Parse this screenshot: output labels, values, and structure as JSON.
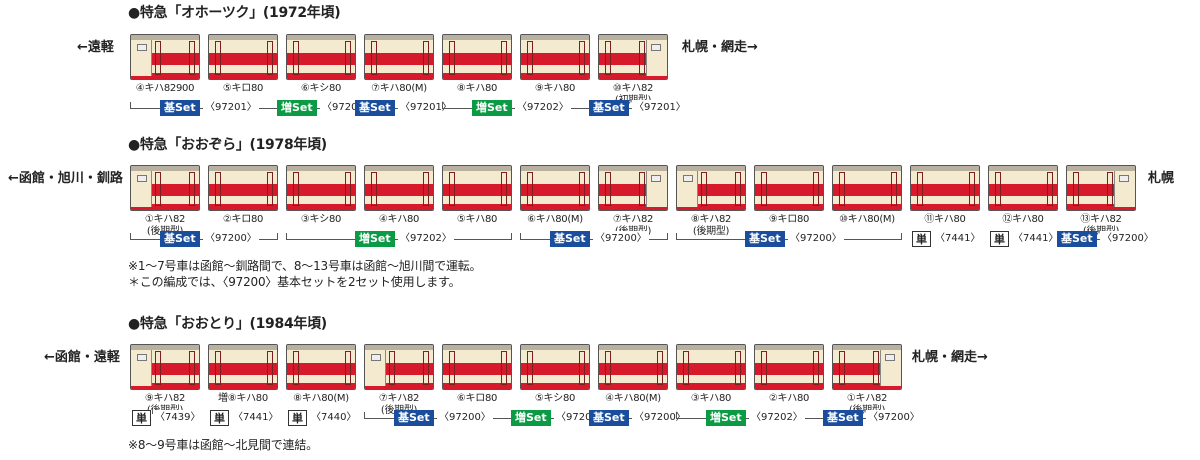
{
  "colors": {
    "cream": "#f4ead0",
    "red": "#d6192b",
    "basic_set": "#1a4d9c",
    "add_set": "#0b9b45"
  },
  "sections": [
    {
      "title": "●特急「オホーツク」(1972年頃)",
      "left_dir": "←遠軽",
      "right_dir": "札幌・網走→",
      "cars": [
        {
          "label": "④キハ82900",
          "cab": "left"
        },
        {
          "label": "⑤キロ80",
          "cab": ""
        },
        {
          "label": "⑥キシ80",
          "cab": ""
        },
        {
          "label": "⑦キハ80(M)",
          "cab": ""
        },
        {
          "label": "⑧キハ80",
          "cab": ""
        },
        {
          "label": "⑨キハ80",
          "cab": ""
        },
        {
          "label": "⑩キハ82\n(初期型)",
          "cab": "right"
        }
      ],
      "sets": [
        {
          "badge": "基Set",
          "type": "kihon",
          "code": "〈97201〉",
          "from": 0,
          "to": 1
        },
        {
          "badge": "増Set",
          "type": "zou",
          "code": "〈97202〉",
          "from": 2,
          "to": 2
        },
        {
          "badge": "基Set",
          "type": "kihon",
          "code": "〈97201〉",
          "from": 3,
          "to": 3
        },
        {
          "badge": "増Set",
          "type": "zou",
          "code": "〈97202〉",
          "from": 4,
          "to": 5
        },
        {
          "badge": "基Set",
          "type": "kihon",
          "code": "〈97201〉",
          "from": 6,
          "to": 6
        }
      ],
      "notes": []
    },
    {
      "title": "●特急「おおぞら」(1978年頃)",
      "left_dir": "←函館・旭川・釧路",
      "right_dir": "札幌",
      "cars": [
        {
          "label": "①キハ82\n(後期型)",
          "cab": "left"
        },
        {
          "label": "②キロ80",
          "cab": ""
        },
        {
          "label": "③キシ80",
          "cab": ""
        },
        {
          "label": "④キハ80",
          "cab": ""
        },
        {
          "label": "⑤キハ80",
          "cab": ""
        },
        {
          "label": "⑥キハ80(M)",
          "cab": ""
        },
        {
          "label": "⑦キハ82\n(後期型)",
          "cab": "right"
        },
        {
          "label": "⑧キハ82\n(後期型)",
          "cab": "left"
        },
        {
          "label": "⑨キロ80",
          "cab": ""
        },
        {
          "label": "⑩キハ80(M)",
          "cab": ""
        },
        {
          "label": "⑪キハ80",
          "cab": ""
        },
        {
          "label": "⑫キハ80",
          "cab": ""
        },
        {
          "label": "⑬キハ82\n(後期型)",
          "cab": "right"
        }
      ],
      "sets": [
        {
          "badge": "基Set",
          "type": "kihon",
          "code": "〈97200〉",
          "from": 0,
          "to": 1
        },
        {
          "badge": "増Set",
          "type": "zou",
          "code": "〈97202〉",
          "from": 2,
          "to": 4
        },
        {
          "badge": "基Set",
          "type": "kihon",
          "code": "〈97200〉",
          "from": 5,
          "to": 6
        },
        {
          "badge": "基Set",
          "type": "kihon",
          "code": "〈97200〉",
          "from": 7,
          "to": 9
        },
        {
          "badge": "単",
          "type": "tan",
          "code": "〈7441〉",
          "from": 10,
          "to": 10
        },
        {
          "badge": "単",
          "type": "tan",
          "code": "〈7441〉",
          "from": 11,
          "to": 11
        },
        {
          "badge": "基Set",
          "type": "kihon",
          "code": "〈97200〉",
          "from": 12,
          "to": 12
        }
      ],
      "notes": [
        "※1～7号車は函館～釧路間で、8～13号車は函館～旭川間で運転。",
        "＊この編成では、〈97200〉基本セットを2セット使用します。"
      ]
    },
    {
      "title": "●特急「おおとり」(1984年頃)",
      "left_dir": "←函館・遠軽",
      "right_dir": "札幌・網走→",
      "cars": [
        {
          "label": "⑨キハ82\n(後期型)",
          "cab": "left"
        },
        {
          "label": "増⑧キハ80",
          "cab": ""
        },
        {
          "label": "⑧キハ80(M)",
          "cab": ""
        },
        {
          "label": "⑦キハ82\n(後期型)",
          "cab": "left"
        },
        {
          "label": "⑥キロ80",
          "cab": ""
        },
        {
          "label": "⑤キシ80",
          "cab": ""
        },
        {
          "label": "④キハ80(M)",
          "cab": ""
        },
        {
          "label": "③キハ80",
          "cab": ""
        },
        {
          "label": "②キハ80",
          "cab": ""
        },
        {
          "label": "①キハ82\n(後期型)",
          "cab": "right"
        }
      ],
      "sets": [
        {
          "badge": "単",
          "type": "tan",
          "code": "〈7439〉",
          "from": 0,
          "to": 0
        },
        {
          "badge": "単",
          "type": "tan",
          "code": "〈7441〉",
          "from": 1,
          "to": 1
        },
        {
          "badge": "単",
          "type": "tan",
          "code": "〈7440〉",
          "from": 2,
          "to": 2
        },
        {
          "badge": "基Set",
          "type": "kihon",
          "code": "〈97200〉",
          "from": 3,
          "to": 4
        },
        {
          "badge": "増Set",
          "type": "zou",
          "code": "〈97202〉",
          "from": 5,
          "to": 5
        },
        {
          "badge": "基Set",
          "type": "kihon",
          "code": "〈97200〉",
          "from": 6,
          "to": 6
        },
        {
          "badge": "増Set",
          "type": "zou",
          "code": "〈97202〉",
          "from": 7,
          "to": 8
        },
        {
          "badge": "基Set",
          "type": "kihon",
          "code": "〈97200〉",
          "from": 9,
          "to": 9
        }
      ],
      "notes": [
        "※8～9号車は函館～北見間で連結。"
      ]
    }
  ]
}
